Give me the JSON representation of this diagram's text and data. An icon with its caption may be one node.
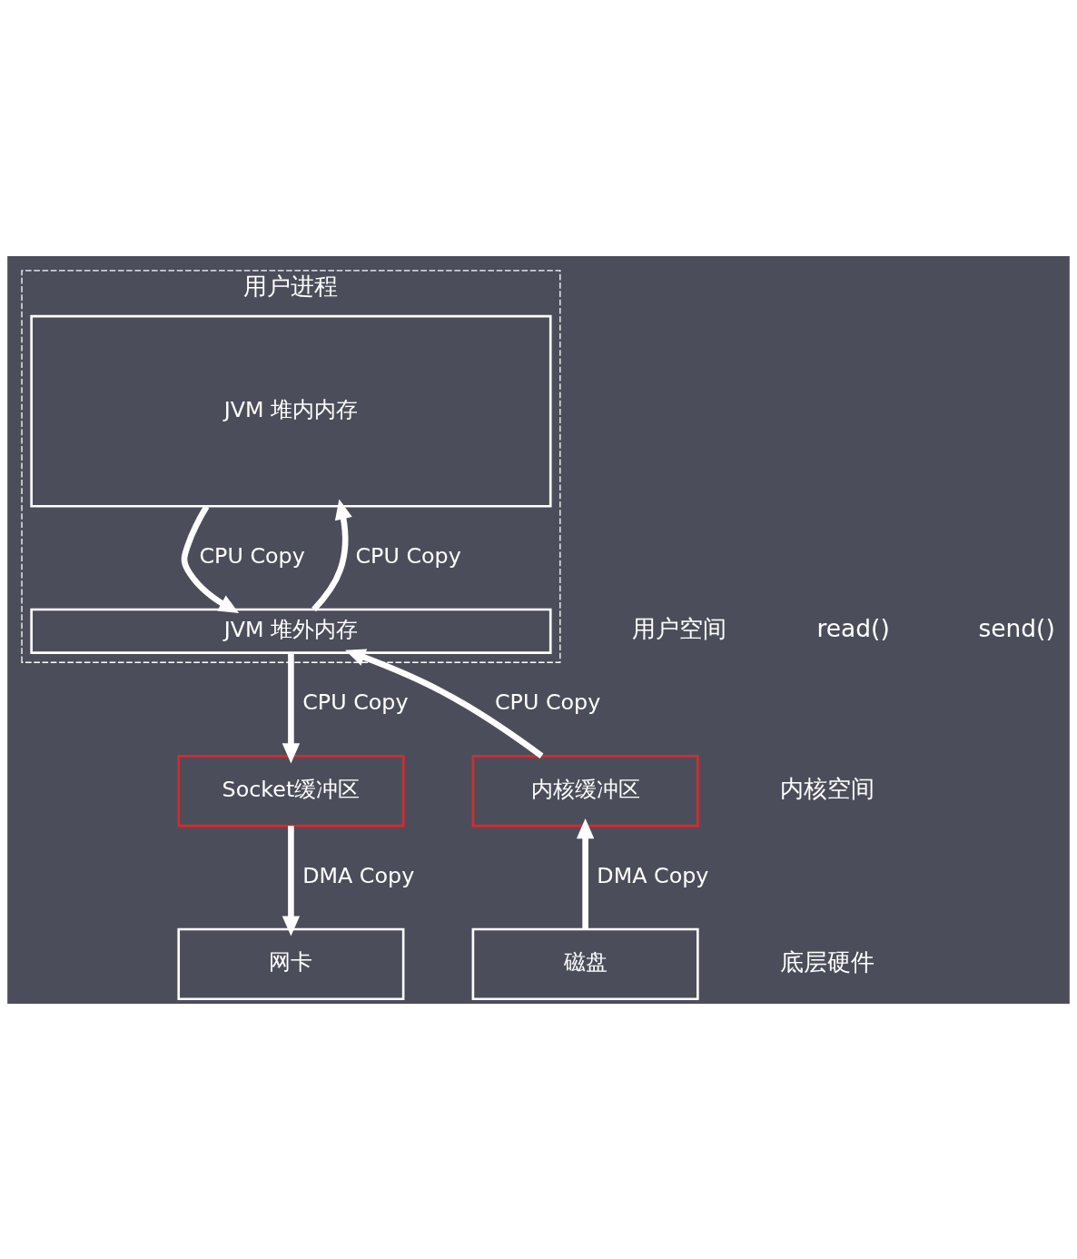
{
  "diagram": {
    "nodes": [
      {
        "text": [
          "用户进程"
        ]
      },
      {
        "text": [
          "JVM 堆内内存"
        ],
        "in": 0
      },
      {
        "text": [
          "JVM 堆外内存"
        ],
        "in": 0
      },
      {
        "text": [
          "内核缓冲区"
        ]
      },
      {
        "text": [
          "Socket缓冲区"
        ]
      },
      {
        "text": [
          "磁盘"
        ]
      },
      {
        "text": [
          "网卡"
        ]
      }
    ],
    "edges": [
      {
        "from": 2,
        "to": 1,
        "arrow": "to",
        "label": "CPU Copy"
      },
      {
        "from": 1,
        "to": 2,
        "arrow": "to",
        "label": "CPU Copy"
      },
      {
        "from": 3,
        "to": 2,
        "arrow": "to",
        "label": "CPU Copy"
      },
      {
        "from": 2,
        "to": 4,
        "arrow": "to",
        "label": "CPU Copy"
      },
      {
        "from": 5,
        "to": 3,
        "arrow": "to",
        "label": "DMA Copy"
      },
      {
        "from": 4,
        "to": 6,
        "arrow": "to",
        "label": "DMA Copy"
      }
    ],
    "labels": [
      "用户空间",
      "read()",
      "send()",
      "内核空间",
      "底层硬件"
    ]
  }
}
